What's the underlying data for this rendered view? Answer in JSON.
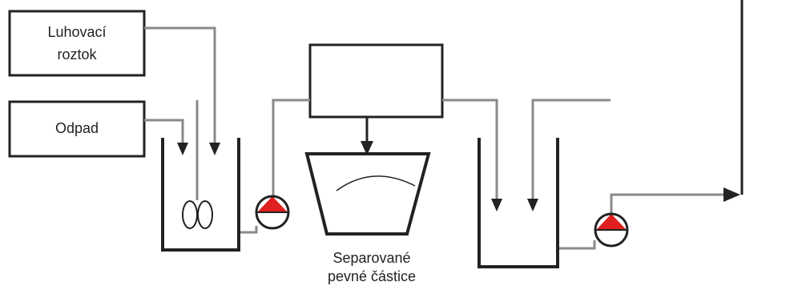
{
  "labels": {
    "leach_solution": [
      "Luhovací",
      "roztok"
    ],
    "waste": "Odpad",
    "separated_solids": [
      "Separované",
      "pevné částice"
    ]
  },
  "colors": {
    "line": "#222222",
    "pipe": "#8a8a8a",
    "pump_fill": "#e02020",
    "background": "#ffffff"
  },
  "icons": [
    "mixer-icon",
    "pump-icon",
    "arrow-down-icon",
    "arrow-right-icon"
  ]
}
